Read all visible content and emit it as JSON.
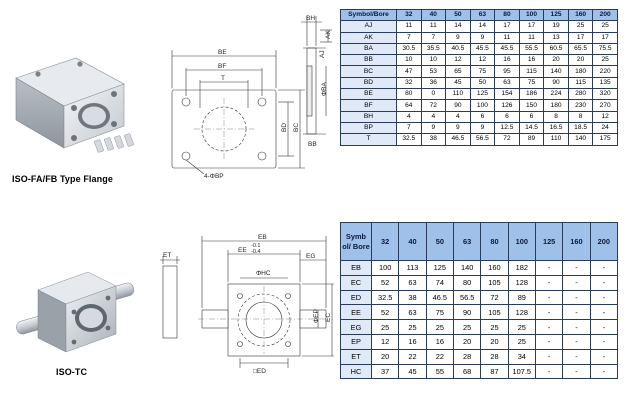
{
  "fa_fb": {
    "caption": "ISO-FA/FB Type Flange",
    "drawing_labels": {
      "be": "BE",
      "bf": "BF",
      "t": "T",
      "bd": "BD",
      "bc": "BC",
      "ba": "ΦBA",
      "bh": "BH",
      "ak": "AK",
      "aj": "AJ",
      "bb": "BB",
      "bp": "4-ΦBP"
    },
    "table": {
      "header": [
        "Symbol/Bore",
        "32",
        "40",
        "50",
        "63",
        "80",
        "100",
        "125",
        "160",
        "200"
      ],
      "rows": [
        [
          "AJ",
          "11",
          "11",
          "14",
          "14",
          "17",
          "17",
          "19",
          "25",
          "25"
        ],
        [
          "AK",
          "7",
          "7",
          "9",
          "9",
          "11",
          "11",
          "13",
          "17",
          "17"
        ],
        [
          "BA",
          "30.5",
          "35.5",
          "40.5",
          "45.5",
          "45.5",
          "55.5",
          "60.5",
          "65.5",
          "75.5"
        ],
        [
          "BB",
          "10",
          "10",
          "12",
          "12",
          "16",
          "16",
          "20",
          "20",
          "25"
        ],
        [
          "BC",
          "47",
          "53",
          "65",
          "75",
          "95",
          "115",
          "140",
          "180",
          "220"
        ],
        [
          "BD",
          "32",
          "36",
          "45",
          "50",
          "63",
          "75",
          "90",
          "115",
          "135"
        ],
        [
          "BE",
          "80",
          "0",
          "110",
          "125",
          "154",
          "186",
          "224",
          "280",
          "320"
        ],
        [
          "BF",
          "64",
          "72",
          "90",
          "100",
          "126",
          "150",
          "180",
          "230",
          "270"
        ],
        [
          "BH",
          "4",
          "4",
          "4",
          "6",
          "6",
          "6",
          "8",
          "8",
          "12"
        ],
        [
          "BP",
          "7",
          "9",
          "9",
          "9",
          "12.5",
          "14.5",
          "16.5",
          "18.5",
          "24"
        ],
        [
          "T",
          "32.5",
          "38",
          "46.5",
          "56.5",
          "72",
          "89",
          "110",
          "140",
          "175"
        ]
      ]
    }
  },
  "tc": {
    "caption": "ISO-TC",
    "drawing_labels": {
      "eb": "EB",
      "ee": "EE",
      "tol_upper": "-0.1",
      "tol_lower": "-0.4",
      "eg": "EG",
      "hc": "ΦHC",
      "ec": "EC",
      "ep": "ΦEP",
      "et": "ET",
      "ed": "□ED"
    },
    "table": {
      "header": [
        "Symb ol/ Bore",
        "32",
        "40",
        "50",
        "63",
        "80",
        "100",
        "125",
        "160",
        "200"
      ],
      "rows": [
        [
          "EB",
          "100",
          "113",
          "125",
          "140",
          "160",
          "182",
          "-",
          "-",
          "-"
        ],
        [
          "EC",
          "52",
          "63",
          "74",
          "80",
          "105",
          "128",
          "-",
          "-",
          "-"
        ],
        [
          "ED",
          "32.5",
          "38",
          "46.5",
          "56.5",
          "72",
          "89",
          "-",
          "-",
          "-"
        ],
        [
          "EE",
          "52",
          "63",
          "75",
          "90",
          "105",
          "128",
          "-",
          "-",
          "-"
        ],
        [
          "EG",
          "25",
          "25",
          "25",
          "25",
          "25",
          "25",
          "-",
          "-",
          "-"
        ],
        [
          "EP",
          "12",
          "16",
          "16",
          "20",
          "20",
          "25",
          "-",
          "-",
          "-"
        ],
        [
          "ET",
          "20",
          "22",
          "22",
          "28",
          "28",
          "34",
          "-",
          "-",
          "-"
        ],
        [
          "HC",
          "37",
          "45",
          "55",
          "68",
          "87",
          "107.5",
          "-",
          "-",
          "-"
        ]
      ]
    }
  }
}
